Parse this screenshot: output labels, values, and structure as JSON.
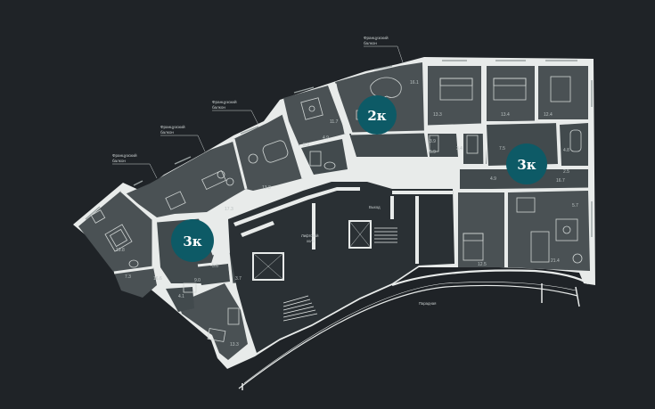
{
  "labels": {
    "french_balcony_1": [
      "Французский",
      "балкон"
    ],
    "french_balcony_2": [
      "Французский",
      "балкон"
    ],
    "french_balcony_3": [
      "Французский",
      "балкон"
    ],
    "french_balcony_4": [
      "Французский",
      "балкон"
    ],
    "lobby": [
      "Лифтовой",
      "холл"
    ],
    "exit": "Выход",
    "front": "Парадная"
  },
  "apartments": [
    {
      "id": "left",
      "badge": "3к",
      "color": "#0d5a66"
    },
    {
      "id": "center",
      "badge": "2к",
      "color": "#0d5a66"
    },
    {
      "id": "right",
      "badge": "3к",
      "color": "#0d5a66"
    }
  ],
  "room_areas": [
    "19.8",
    "7.3",
    "17.3",
    "4.1",
    "5.6",
    "3.7",
    "13.3",
    "9.0",
    "16.6",
    "13.8",
    "3.3",
    "4.9",
    "11.7",
    "16.1",
    "13.3",
    "3.9",
    "5.9",
    "13.4",
    "12.4",
    "7.5",
    "4.8",
    "2.5",
    "5.7",
    "4.9",
    "12.5",
    "21.4",
    "16.7",
    "3.4"
  ]
}
